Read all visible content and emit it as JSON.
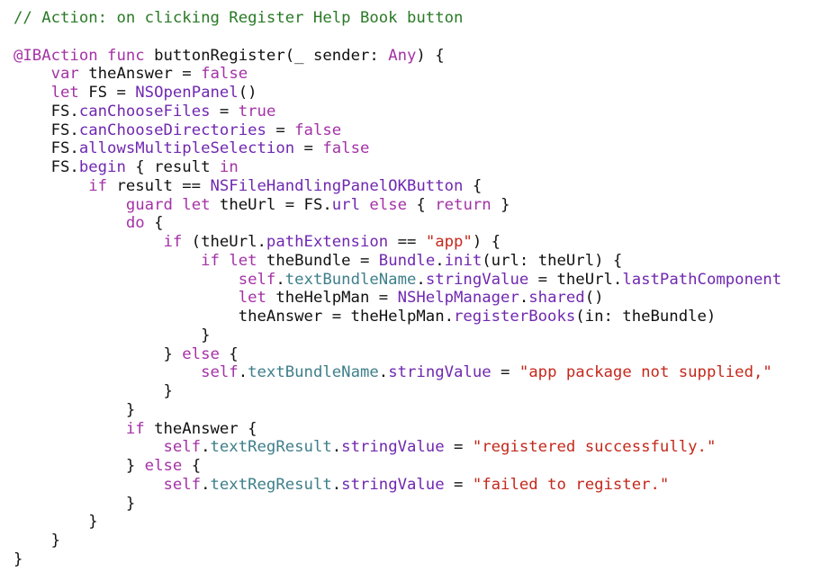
{
  "colors": {
    "background": "#ffffff",
    "plain": "#111111",
    "comment": "#2a7a26",
    "keyword": "#a432a6",
    "type": "#7028b0",
    "member": "#3e7f8a",
    "string": "#c4291c"
  },
  "editor": {
    "lines": [
      [
        {
          "t": "// Action: on clicking Register Help Book button",
          "k": "comment"
        }
      ],
      [],
      [
        {
          "t": "@IBAction",
          "k": "keyword"
        },
        {
          "t": " ",
          "k": "plain"
        },
        {
          "t": "func",
          "k": "keyword"
        },
        {
          "t": " buttonRegister(_ sender: ",
          "k": "plain"
        },
        {
          "t": "Any",
          "k": "keyword"
        },
        {
          "t": ") {",
          "k": "plain"
        }
      ],
      [
        {
          "t": "    ",
          "k": "plain"
        },
        {
          "t": "var",
          "k": "keyword"
        },
        {
          "t": " theAnswer = ",
          "k": "plain"
        },
        {
          "t": "false",
          "k": "keyword"
        }
      ],
      [
        {
          "t": "    ",
          "k": "plain"
        },
        {
          "t": "let",
          "k": "keyword"
        },
        {
          "t": " FS = ",
          "k": "plain"
        },
        {
          "t": "NSOpenPanel",
          "k": "type"
        },
        {
          "t": "()",
          "k": "plain"
        }
      ],
      [
        {
          "t": "    FS.",
          "k": "plain"
        },
        {
          "t": "canChooseFiles",
          "k": "type"
        },
        {
          "t": " = ",
          "k": "plain"
        },
        {
          "t": "true",
          "k": "keyword"
        }
      ],
      [
        {
          "t": "    FS.",
          "k": "plain"
        },
        {
          "t": "canChooseDirectories",
          "k": "type"
        },
        {
          "t": " = ",
          "k": "plain"
        },
        {
          "t": "false",
          "k": "keyword"
        }
      ],
      [
        {
          "t": "    FS.",
          "k": "plain"
        },
        {
          "t": "allowsMultipleSelection",
          "k": "type"
        },
        {
          "t": " = ",
          "k": "plain"
        },
        {
          "t": "false",
          "k": "keyword"
        }
      ],
      [
        {
          "t": "    FS.",
          "k": "plain"
        },
        {
          "t": "begin",
          "k": "type"
        },
        {
          "t": " { result ",
          "k": "plain"
        },
        {
          "t": "in",
          "k": "keyword"
        }
      ],
      [
        {
          "t": "        ",
          "k": "plain"
        },
        {
          "t": "if",
          "k": "keyword"
        },
        {
          "t": " result == ",
          "k": "plain"
        },
        {
          "t": "NSFileHandlingPanelOKButton",
          "k": "type"
        },
        {
          "t": " {",
          "k": "plain"
        }
      ],
      [
        {
          "t": "            ",
          "k": "plain"
        },
        {
          "t": "guard",
          "k": "keyword"
        },
        {
          "t": " ",
          "k": "plain"
        },
        {
          "t": "let",
          "k": "keyword"
        },
        {
          "t": " theUrl = FS.",
          "k": "plain"
        },
        {
          "t": "url",
          "k": "type"
        },
        {
          "t": " ",
          "k": "plain"
        },
        {
          "t": "else",
          "k": "keyword"
        },
        {
          "t": " { ",
          "k": "plain"
        },
        {
          "t": "return",
          "k": "keyword"
        },
        {
          "t": " }",
          "k": "plain"
        }
      ],
      [
        {
          "t": "            ",
          "k": "plain"
        },
        {
          "t": "do",
          "k": "keyword"
        },
        {
          "t": " {",
          "k": "plain"
        }
      ],
      [
        {
          "t": "                ",
          "k": "plain"
        },
        {
          "t": "if",
          "k": "keyword"
        },
        {
          "t": " (theUrl.",
          "k": "plain"
        },
        {
          "t": "pathExtension",
          "k": "type"
        },
        {
          "t": " == ",
          "k": "plain"
        },
        {
          "t": "\"app\"",
          "k": "string"
        },
        {
          "t": ") {",
          "k": "plain"
        }
      ],
      [
        {
          "t": "                    ",
          "k": "plain"
        },
        {
          "t": "if",
          "k": "keyword"
        },
        {
          "t": " ",
          "k": "plain"
        },
        {
          "t": "let",
          "k": "keyword"
        },
        {
          "t": " theBundle = ",
          "k": "plain"
        },
        {
          "t": "Bundle",
          "k": "type"
        },
        {
          "t": ".",
          "k": "plain"
        },
        {
          "t": "init",
          "k": "type"
        },
        {
          "t": "(url: theUrl) {",
          "k": "plain"
        }
      ],
      [
        {
          "t": "                        ",
          "k": "plain"
        },
        {
          "t": "self",
          "k": "keyword"
        },
        {
          "t": ".",
          "k": "plain"
        },
        {
          "t": "textBundleName",
          "k": "member"
        },
        {
          "t": ".",
          "k": "plain"
        },
        {
          "t": "stringValue",
          "k": "type"
        },
        {
          "t": " = theUrl.",
          "k": "plain"
        },
        {
          "t": "lastPathComponent",
          "k": "type"
        }
      ],
      [
        {
          "t": "                        ",
          "k": "plain"
        },
        {
          "t": "let",
          "k": "keyword"
        },
        {
          "t": " theHelpMan = ",
          "k": "plain"
        },
        {
          "t": "NSHelpManager",
          "k": "type"
        },
        {
          "t": ".",
          "k": "plain"
        },
        {
          "t": "shared",
          "k": "type"
        },
        {
          "t": "()",
          "k": "plain"
        }
      ],
      [
        {
          "t": "                        theAnswer = theHelpMan.",
          "k": "plain"
        },
        {
          "t": "registerBooks",
          "k": "type"
        },
        {
          "t": "(in: theBundle)",
          "k": "plain"
        }
      ],
      [
        {
          "t": "                    }",
          "k": "plain"
        }
      ],
      [
        {
          "t": "                } ",
          "k": "plain"
        },
        {
          "t": "else",
          "k": "keyword"
        },
        {
          "t": " {",
          "k": "plain"
        }
      ],
      [
        {
          "t": "                    ",
          "k": "plain"
        },
        {
          "t": "self",
          "k": "keyword"
        },
        {
          "t": ".",
          "k": "plain"
        },
        {
          "t": "textBundleName",
          "k": "member"
        },
        {
          "t": ".",
          "k": "plain"
        },
        {
          "t": "stringValue",
          "k": "type"
        },
        {
          "t": " = ",
          "k": "plain"
        },
        {
          "t": "\"app package not supplied,\"",
          "k": "string"
        }
      ],
      [
        {
          "t": "                }",
          "k": "plain"
        }
      ],
      [
        {
          "t": "            }",
          "k": "plain"
        }
      ],
      [
        {
          "t": "            ",
          "k": "plain"
        },
        {
          "t": "if",
          "k": "keyword"
        },
        {
          "t": " theAnswer {",
          "k": "plain"
        }
      ],
      [
        {
          "t": "                ",
          "k": "plain"
        },
        {
          "t": "self",
          "k": "keyword"
        },
        {
          "t": ".",
          "k": "plain"
        },
        {
          "t": "textRegResult",
          "k": "member"
        },
        {
          "t": ".",
          "k": "plain"
        },
        {
          "t": "stringValue",
          "k": "type"
        },
        {
          "t": " = ",
          "k": "plain"
        },
        {
          "t": "\"registered successfully.\"",
          "k": "string"
        }
      ],
      [
        {
          "t": "            } ",
          "k": "plain"
        },
        {
          "t": "else",
          "k": "keyword"
        },
        {
          "t": " {",
          "k": "plain"
        }
      ],
      [
        {
          "t": "                ",
          "k": "plain"
        },
        {
          "t": "self",
          "k": "keyword"
        },
        {
          "t": ".",
          "k": "plain"
        },
        {
          "t": "textRegResult",
          "k": "member"
        },
        {
          "t": ".",
          "k": "plain"
        },
        {
          "t": "stringValue",
          "k": "type"
        },
        {
          "t": " = ",
          "k": "plain"
        },
        {
          "t": "\"failed to register.\"",
          "k": "string"
        }
      ],
      [
        {
          "t": "            }",
          "k": "plain"
        }
      ],
      [
        {
          "t": "        }",
          "k": "plain"
        }
      ],
      [
        {
          "t": "    }",
          "k": "plain"
        }
      ],
      [
        {
          "t": "}",
          "k": "plain"
        }
      ]
    ]
  }
}
